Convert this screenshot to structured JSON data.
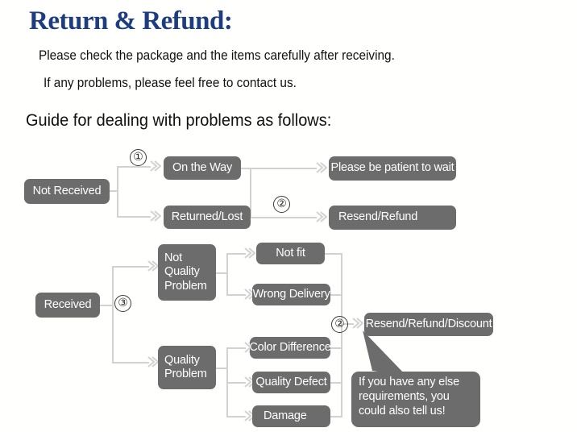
{
  "header": {
    "title": "Return & Refund:",
    "line1": "Please check the package and the items carefully after receiving.",
    "line2": "If any problems, please feel free to contact us.",
    "guide": "Guide for dealing with problems as follows:"
  },
  "colors": {
    "title": "#1d3d80",
    "node_fill": "#6c6c6c",
    "node_text": "#ffffff",
    "connector": "#d2d2d2",
    "background": "#fffffd"
  },
  "flowchart": {
    "markers": [
      {
        "id": "marker-1",
        "label": "①"
      },
      {
        "id": "marker-2-top",
        "label": "②"
      },
      {
        "id": "marker-3",
        "label": "③"
      },
      {
        "id": "marker-2-bottom",
        "label": "②"
      }
    ],
    "nodes": [
      {
        "id": "not-received",
        "label": "Not Received"
      },
      {
        "id": "on-the-way",
        "label": "On the Way"
      },
      {
        "id": "returned-lost",
        "label": "Returned/Lost"
      },
      {
        "id": "please-wait",
        "label": "Please be patient to wait"
      },
      {
        "id": "resend-refund",
        "label": "Resend/Refund"
      },
      {
        "id": "received",
        "label": "Received"
      },
      {
        "id": "not-quality-problem",
        "label": "Not Quality Problem"
      },
      {
        "id": "quality-problem",
        "label": "Quality Problem"
      },
      {
        "id": "not-fit",
        "label": "Not fit"
      },
      {
        "id": "wrong-delivery",
        "label": "Wrong Delivery"
      },
      {
        "id": "color-difference",
        "label": "Color Difference"
      },
      {
        "id": "quality-defect",
        "label": "Quality Defect"
      },
      {
        "id": "damage",
        "label": "Damage"
      },
      {
        "id": "resend-refund-discount",
        "label": "Resend/Refund/Discount"
      }
    ],
    "callout": "If you have any else requirements, you could also tell us!"
  }
}
